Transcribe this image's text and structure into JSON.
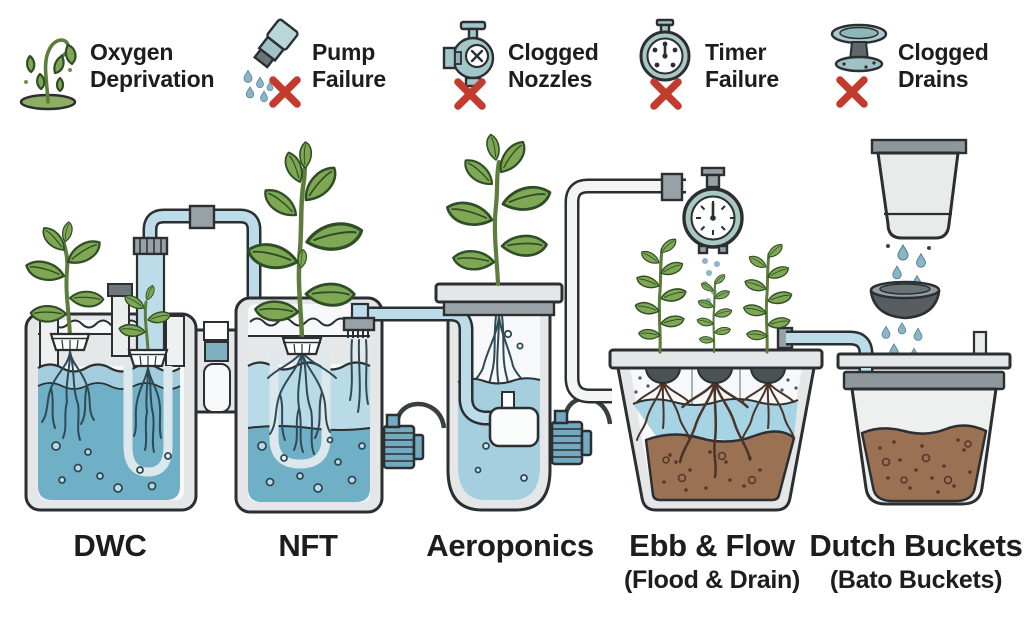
{
  "failures": [
    {
      "icon": "wilted-plant-icon",
      "line1": "Oxygen",
      "line2": "Deprivation",
      "crossed_out": false
    },
    {
      "icon": "spray-nozzle-icon",
      "line1": "Pump",
      "line2": "Failure",
      "crossed_out": true
    },
    {
      "icon": "pump-valve-icon",
      "line1": "Clogged",
      "line2": "Nozzles",
      "crossed_out": true
    },
    {
      "icon": "stopwatch-icon",
      "line1": "Timer",
      "line2": "Failure",
      "crossed_out": true
    },
    {
      "icon": "drain-icon",
      "line1": "Clogged",
      "line2": "Drains",
      "crossed_out": true
    }
  ],
  "systems": [
    {
      "label": "DWC",
      "sublabel": ""
    },
    {
      "label": "NFT",
      "sublabel": ""
    },
    {
      "label": "Aeroponics",
      "sublabel": ""
    },
    {
      "label": "Ebb & Flow",
      "sublabel": "(Flood & Drain)"
    },
    {
      "label": "Dutch Buckets",
      "sublabel": "(Bato Buckets)"
    }
  ],
  "colors": {
    "background": "#ffffff",
    "ink": "#2b2f31",
    "text": "#1d1d1d",
    "tank_wall": "#e4e6e7",
    "tank_inner": "#f7f8f9",
    "water_deep": "#6fb0c6",
    "water_light": "#a3cdde",
    "water_band": "#a7d4e4",
    "pipe_blue": "#bcdcea",
    "fitting_gray": "#97a1a6",
    "fitting_dark": "#6e777c",
    "leaf_green": "#7fa854",
    "leaf_dark": "#2f4d26",
    "stem_green": "#5c7d3c",
    "soil_brown": "#9b7154",
    "soil_dark": "#54392a",
    "root_dark": "#2e4a56",
    "teal_icon": "#a3c6c9",
    "red_x": "#c23b2c",
    "timer_rim": "#aac8c2",
    "drop_teal": "#8ab5c6"
  }
}
